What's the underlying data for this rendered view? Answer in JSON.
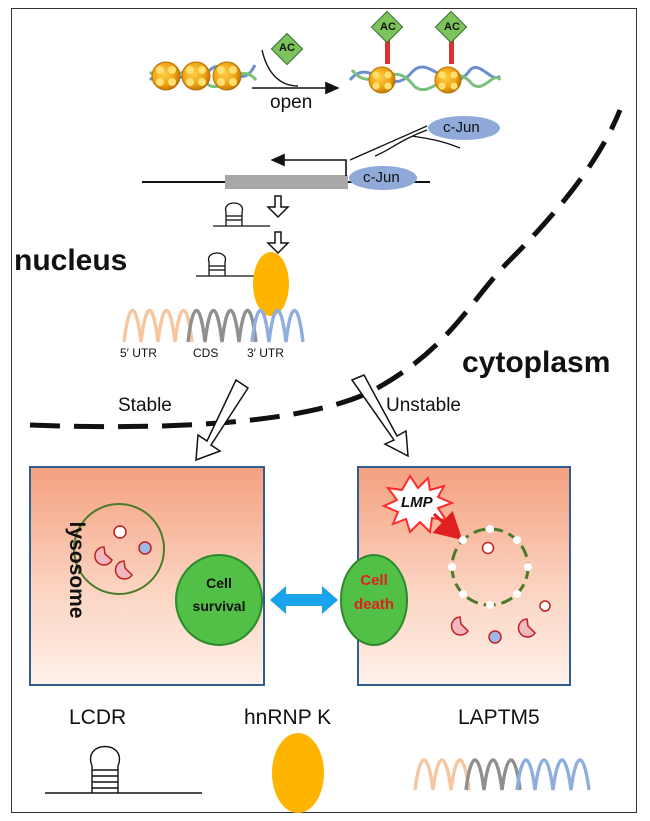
{
  "labels": {
    "ac": "AC",
    "open": "open",
    "cjun": "c-Jun",
    "nucleus": "nucleus",
    "cytoplasm": "cytoplasm",
    "utr5": "5′ UTR",
    "cds": "CDS",
    "utr3": "3′ UTR",
    "stable": "Stable",
    "unstable": "Unstable",
    "lysosome": "lysosome",
    "cell_survival_1": "Cell",
    "cell_survival_2": "survival",
    "cell_death_1": "Cell",
    "cell_death_2": "death",
    "lmp": "LMP"
  },
  "legend": {
    "lcdr": "LCDR",
    "hnrnpk": "hnRNP K",
    "laptm5": "LAPTM5"
  },
  "colors": {
    "ac_box": "#7dc35b",
    "ac_mark": "#e03030",
    "cjun": "#8fa9d8",
    "hnrnpk": "#ffb400",
    "cell_green": "#52bf47",
    "cell_border": "#2b8a2b",
    "panel_border": "#2f5d8f",
    "arrow_double": "#1aa3e8",
    "utr5": "#f6c6a0",
    "cds": "#8f8f8f",
    "utr3": "#8eaee0",
    "death_text": "#e02020",
    "lmp_burst": "#ff2a2a"
  }
}
